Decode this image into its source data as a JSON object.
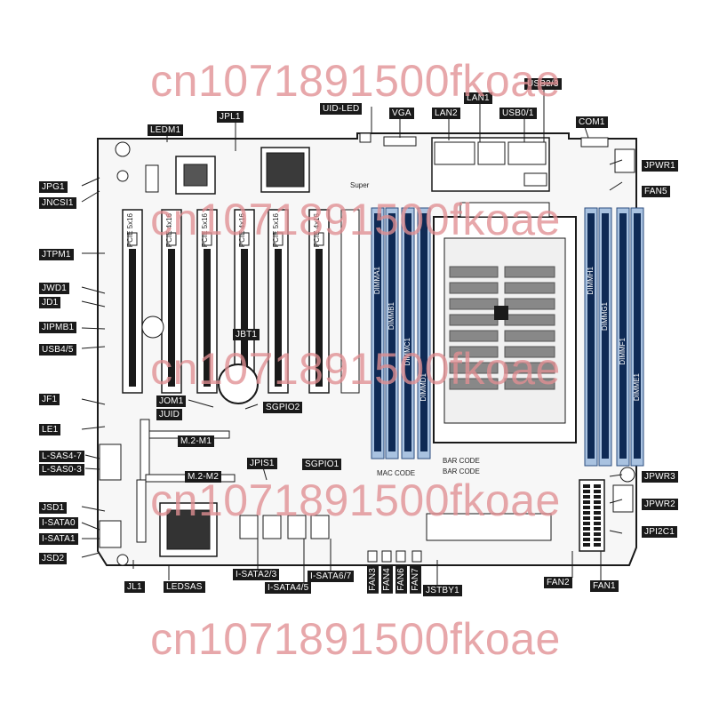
{
  "watermark": "cn1071891500fkoae",
  "labels": {
    "ledm1": "LEDM1",
    "jpl1": "JPL1",
    "uid_led": "UID-LED",
    "vga": "VGA",
    "lan2": "LAN2",
    "lan1": "LAN1",
    "usb01": "USB0/1",
    "usb23": "USB2/3",
    "com1": "COM1",
    "jpg1": "JPG1",
    "jncsi1": "JNCSI1",
    "jpwr1": "JPWR1",
    "fan5": "FAN5",
    "jtpm1": "JTPM1",
    "jwd1": "JWD1",
    "jd1": "JD1",
    "jipmb1": "JIPMB1",
    "usb45": "USB4/5",
    "jf1": "JF1",
    "le1": "LE1",
    "lsas47": "L-SAS4-7",
    "lsas03": "L-SAS0-3",
    "jsd1": "JSD1",
    "isata0": "I-SATA0",
    "isata1": "I-SATA1",
    "jsd2": "JSD2",
    "jl1": "JL1",
    "ledsas": "LEDSAS",
    "isata23": "I-SATA2/3",
    "isata45": "I-SATA4/5",
    "isata67": "I-SATA6/7",
    "jstby1": "JSTBY1",
    "fan2": "FAN2",
    "fan1": "FAN1",
    "jpi2c1": "JPI2C1",
    "jpwr2": "JPWR2",
    "jpwr3": "JPWR3",
    "m2m1": "M.2-M1",
    "m2m2": "M.2-M2",
    "jpis1": "JPIS1",
    "sgpio1": "SGPIO1",
    "sgpio2": "SGPIO2",
    "jbt1": "JBT1",
    "jom1": "JOM1",
    "juid": "JUID",
    "fan3": "FAN3",
    "fan4": "FAN4",
    "fan6": "FAN6",
    "fan7": "FAN7"
  },
  "silkscreen": {
    "slots": [
      "PCIE 5x16",
      "PCIE 4x16",
      "PCIE 5x16",
      "PCIE 4x16",
      "PCIE 5x16",
      "PCIE 4x16"
    ],
    "dimm_left": [
      "DIMMA1",
      "DIMMB1",
      "DIMMC1",
      "DIMMD1"
    ],
    "dimm_right": [
      "DIMMH1",
      "DIMMG1",
      "DIMMF1",
      "DIMME1"
    ],
    "mac_code": "MAC CODE",
    "bar_code": "BAR CODE",
    "brand": "Super"
  }
}
